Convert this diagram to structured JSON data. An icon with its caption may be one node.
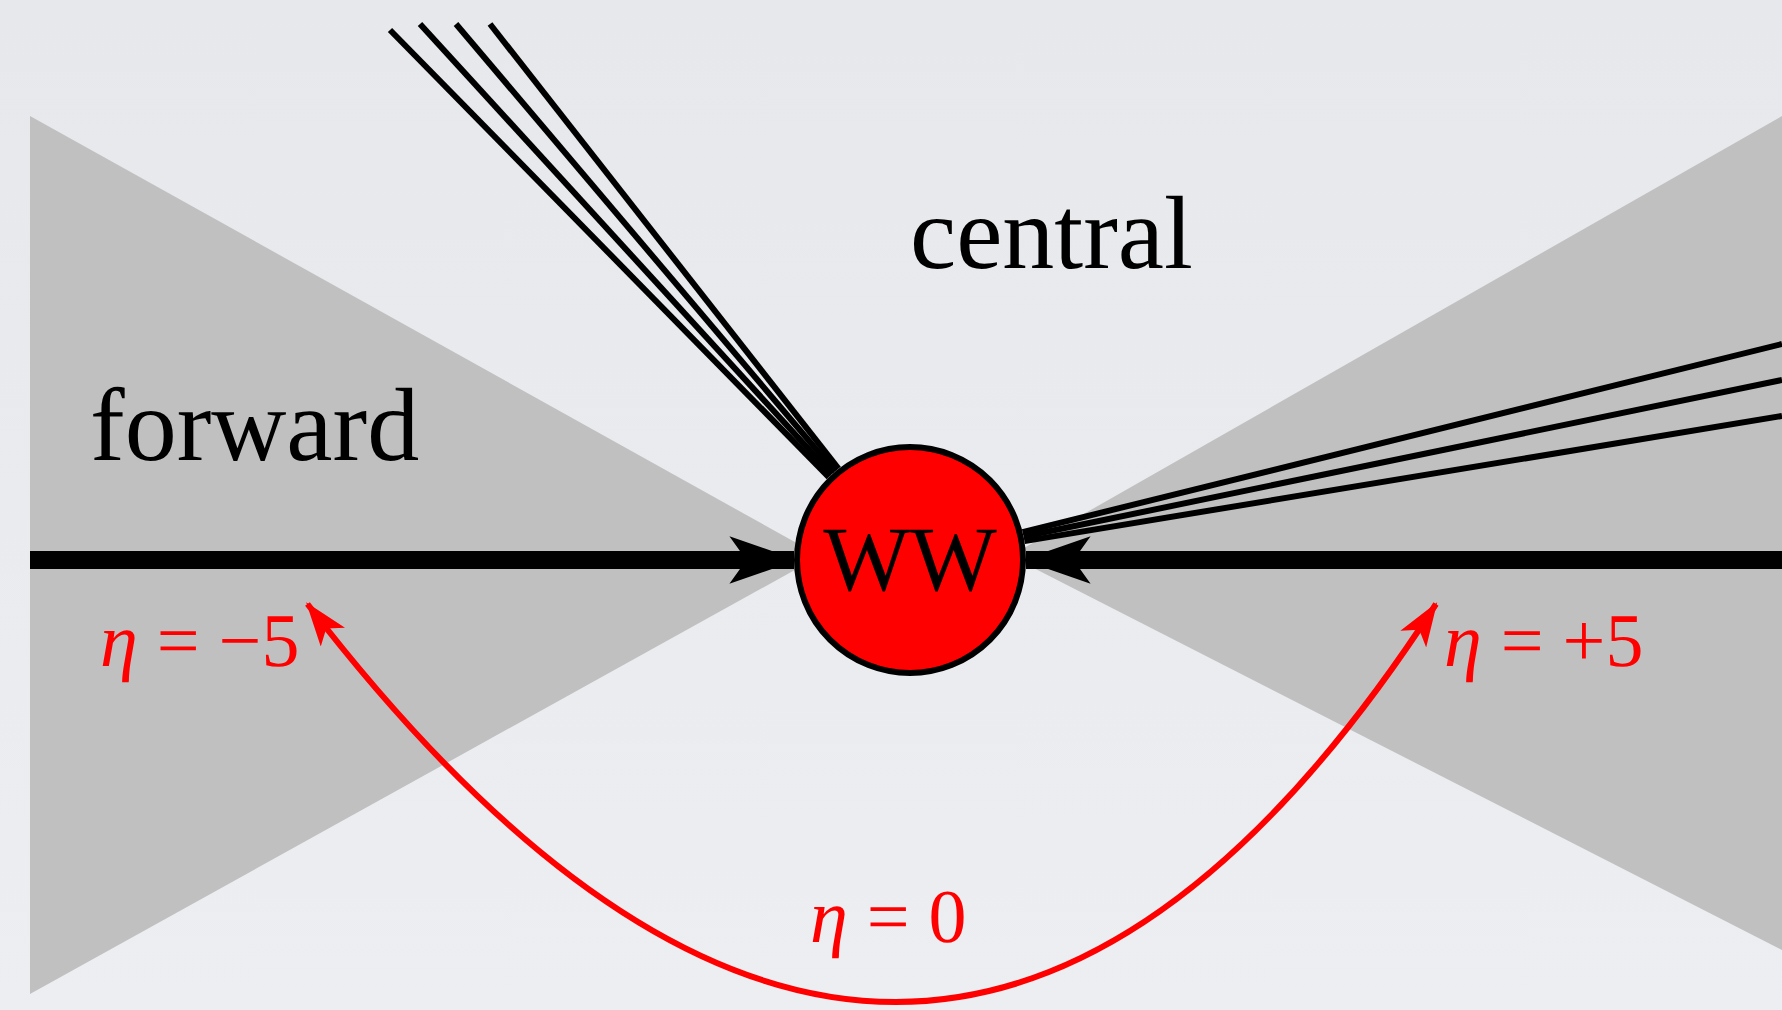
{
  "diagram": {
    "nodes": [
      {
        "text": [
          "WW"
        ]
      },
      {
        "text": [
          "*η* = −5"
        ]
      },
      {
        "text": [
          "*η* = +5"
        ]
      }
    ],
    "edges": [
      {
        "from": null,
        "to": 0,
        "arrow": "to",
        "style": "thick"
      },
      {
        "from": null,
        "to": 0,
        "arrow": "to",
        "style": "thick"
      },
      {
        "from": 0,
        "to": null,
        "arrow": "none"
      },
      {
        "from": 0,
        "to": null,
        "arrow": "none"
      },
      {
        "from": 0,
        "to": null,
        "arrow": "none"
      },
      {
        "from": 0,
        "to": null,
        "arrow": "none"
      },
      {
        "from": 0,
        "to": null,
        "arrow": "none"
      },
      {
        "from": 0,
        "to": null,
        "arrow": "none"
      },
      {
        "from": 0,
        "to": null,
        "arrow": "none"
      },
      {
        "from": 1,
        "to": 2,
        "arrow": "both",
        "label": "*η* = 0",
        "color": "#ff0000"
      }
    ],
    "labels": [
      "central",
      "forward"
    ]
  }
}
